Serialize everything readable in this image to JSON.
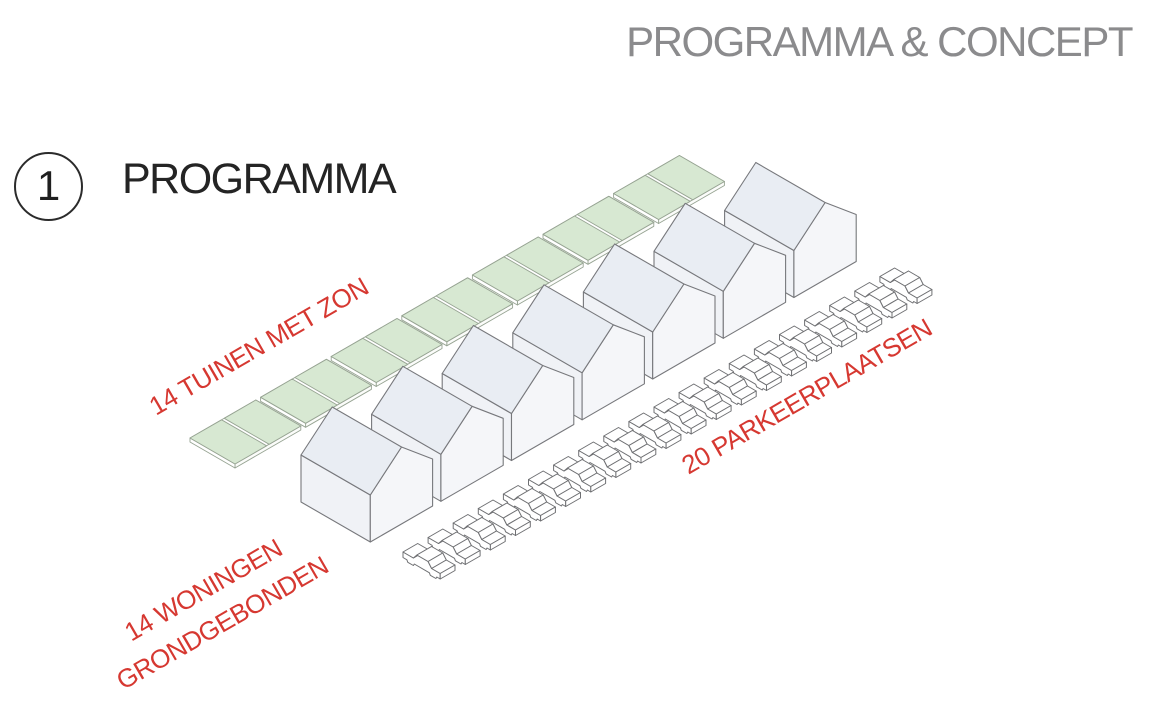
{
  "header": {
    "title": "PROGRAMMA & CONCEPT"
  },
  "section": {
    "number": "1",
    "title": "PROGRAMMA"
  },
  "diagram": {
    "type": "isometric-concept-diagram",
    "labels": {
      "gardens": {
        "text": "14 TUINEN MET ZON"
      },
      "dwellings": {
        "lines": [
          "14 WONINGEN",
          "GRONDGEBONDEN"
        ]
      },
      "parking": {
        "text": "20 PARKEERPLAATSEN"
      }
    },
    "counts": {
      "garden_tiles": 14,
      "garden_pairs": 7,
      "house_blocks": 7,
      "dwellings": 14,
      "parking_spaces": 20
    },
    "colors": {
      "label_red": "#d63831",
      "title_gray": "#8b8b8d",
      "text_black": "#242424",
      "garden_green": "#d7e8d2",
      "garden_side": "#fbfcfa",
      "garden_edge": "#97a493",
      "house_wall": "#f0f2f6",
      "house_gable": "#f5f6f9",
      "house_roof": "#e9edf3",
      "house_outline": "#77787c",
      "car_fill": "#ffffff",
      "car_outline": "#6f7073",
      "background": "#ffffff"
    }
  }
}
